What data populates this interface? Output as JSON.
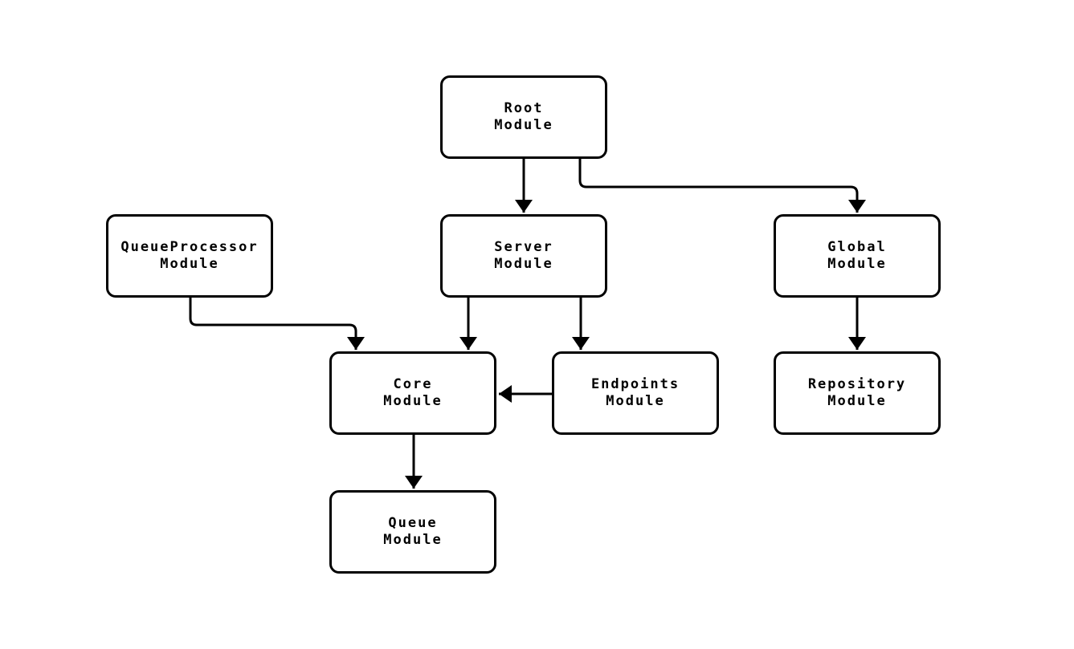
{
  "diagram": {
    "type": "flowchart",
    "background_color": "#ffffff",
    "node_fill_color": "#ffffff",
    "node_border_color": "#000000",
    "edge_color": "#000000",
    "text_color": "#000000",
    "nodes": {
      "root": {
        "line1": "Root",
        "line2": "Module"
      },
      "server": {
        "line1": "Server",
        "line2": "Module"
      },
      "queueprocessor": {
        "line1": "QueueProcessor",
        "line2": "Module"
      },
      "global": {
        "line1": "Global",
        "line2": "Module"
      },
      "core": {
        "line1": "Core",
        "line2": "Module"
      },
      "endpoints": {
        "line1": "Endpoints",
        "line2": "Module"
      },
      "repository": {
        "line1": "Repository",
        "line2": "Module"
      },
      "queue": {
        "line1": "Queue",
        "line2": "Module"
      }
    },
    "edges": [
      {
        "from": "Root Module",
        "to": "Server Module"
      },
      {
        "from": "Root Module",
        "to": "Global Module"
      },
      {
        "from": "QueueProcessor Module",
        "to": "Core Module"
      },
      {
        "from": "Server Module",
        "to": "Core Module"
      },
      {
        "from": "Server Module",
        "to": "Endpoints Module"
      },
      {
        "from": "Endpoints Module",
        "to": "Core Module"
      },
      {
        "from": "Core Module",
        "to": "Queue Module"
      },
      {
        "from": "Global Module",
        "to": "Repository Module"
      }
    ]
  }
}
